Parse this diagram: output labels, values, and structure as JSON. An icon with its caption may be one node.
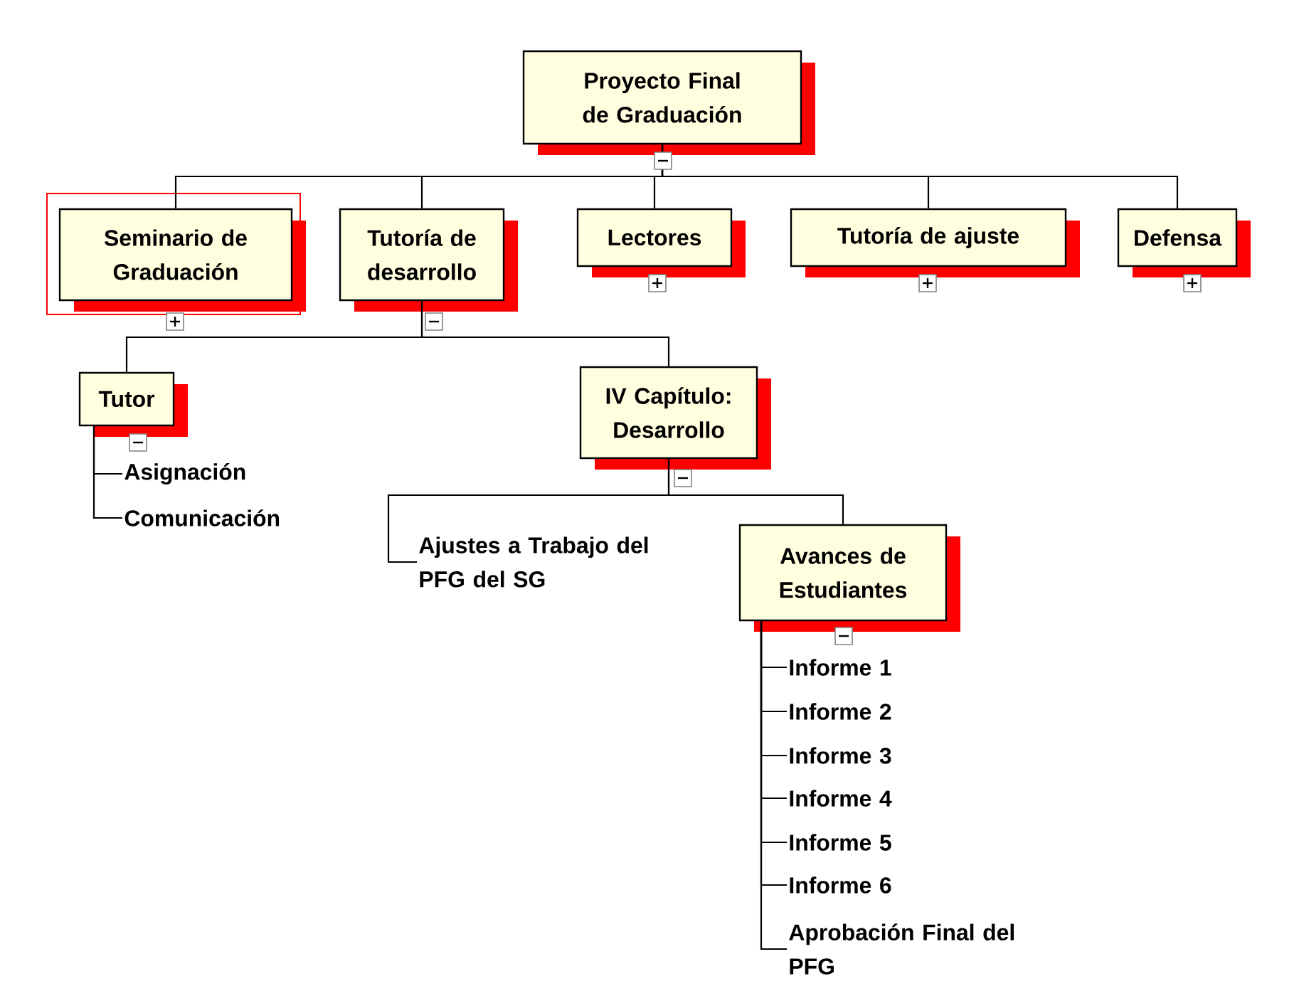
{
  "diagram": {
    "nodes": [
      {
        "text": [
          "Proyecto Final de Graduación"
        ]
      },
      {
        "text": [
          "Seminario de Graduación"
        ]
      },
      {
        "text": [
          "Tutoría de desarrollo"
        ]
      },
      {
        "text": [
          "Lectores"
        ]
      },
      {
        "text": [
          "Tutoría de ajuste"
        ]
      },
      {
        "text": [
          "Defensa"
        ]
      },
      {
        "text": [
          "Tutor"
        ]
      },
      {
        "text": [
          "IV Capítulo: Desarrollo"
        ]
      },
      {
        "text": [
          "Ajustes a Trabajo del PFG del SG"
        ]
      },
      {
        "text": [
          "Avances de Estudiantes"
        ]
      },
      {
        "text": [
          "Asignación"
        ]
      },
      {
        "text": [
          "Comunicación"
        ]
      },
      {
        "text": [
          "Informe 1"
        ]
      },
      {
        "text": [
          "Informe 2"
        ]
      },
      {
        "text": [
          "Informe 3"
        ]
      },
      {
        "text": [
          "Informe 4"
        ]
      },
      {
        "text": [
          "Informe 5"
        ]
      },
      {
        "text": [
          "Informe 6"
        ]
      },
      {
        "text": [
          "Aprobación Final del PFG"
        ]
      }
    ],
    "edges": [
      {
        "from": 0,
        "to": 1,
        "arrow": "none"
      },
      {
        "from": 0,
        "to": 2,
        "arrow": "none"
      },
      {
        "from": 0,
        "to": 3,
        "arrow": "none"
      },
      {
        "from": 0,
        "to": 4,
        "arrow": "none"
      },
      {
        "from": 0,
        "to": 5,
        "arrow": "none"
      },
      {
        "from": 2,
        "to": 6,
        "arrow": "none"
      },
      {
        "from": 2,
        "to": 7,
        "arrow": "none"
      },
      {
        "from": 6,
        "to": 10,
        "arrow": "none"
      },
      {
        "from": 6,
        "to": 11,
        "arrow": "none"
      },
      {
        "from": 7,
        "to": 8,
        "arrow": "none"
      },
      {
        "from": 7,
        "to": 9,
        "arrow": "none"
      },
      {
        "from": 9,
        "to": 12,
        "arrow": "none"
      },
      {
        "from": 9,
        "to": 13,
        "arrow": "none"
      },
      {
        "from": 9,
        "to": 14,
        "arrow": "none"
      },
      {
        "from": 9,
        "to": 15,
        "arrow": "none"
      },
      {
        "from": 9,
        "to": 16,
        "arrow": "none"
      },
      {
        "from": 9,
        "to": 17,
        "arrow": "none"
      },
      {
        "from": 9,
        "to": 18,
        "arrow": "none"
      }
    ]
  }
}
